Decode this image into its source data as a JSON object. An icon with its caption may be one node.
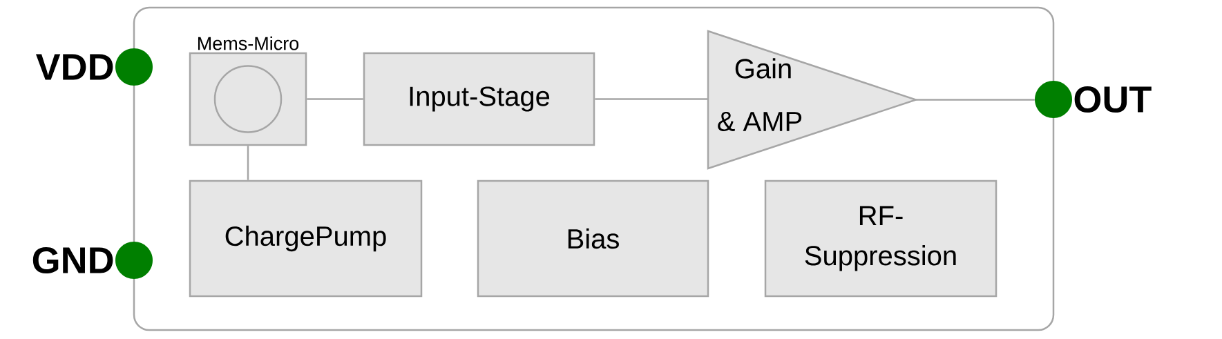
{
  "diagram": {
    "nodes": [
      {
        "text": [],
        "shape": "box"
      },
      {
        "text": [
          "VDD"
        ]
      },
      {
        "text": [
          "GND"
        ]
      },
      {
        "text": [
          "Mems-Micro"
        ],
        "in": 0
      },
      {
        "text": [
          "Input-Stage"
        ],
        "in": 0
      },
      {
        "text": [
          "Gain",
          "& AMP"
        ],
        "in": 0
      },
      {
        "text": [
          "ChargePump"
        ],
        "in": 0
      },
      {
        "text": [
          "Bias"
        ],
        "in": 0
      },
      {
        "text": [
          "RF-Suppression"
        ],
        "in": 0
      },
      {
        "text": [
          "OUT"
        ]
      }
    ],
    "edges": [
      {
        "from": 3,
        "to": 4,
        "arrow": "none"
      },
      {
        "from": 4,
        "to": 5,
        "arrow": "none"
      },
      {
        "from": 5,
        "to": 9,
        "arrow": "none"
      },
      {
        "from": 3,
        "to": 6,
        "arrow": "none"
      }
    ]
  }
}
